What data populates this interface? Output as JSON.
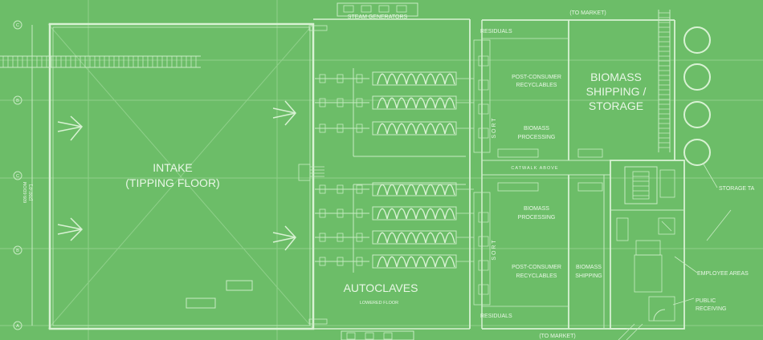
{
  "labels": {
    "steam_generators": "STEAM GENERATORS",
    "to_market_top": "(TO MARKET)",
    "to_market_bottom": "(TO MARKET)",
    "residuals_top": "RESIDUALS",
    "residuals_bottom": "RESIDUALS",
    "post_consumer_top_1": "POST-CONSUMER",
    "post_consumer_top_2": "RECYCLABLES",
    "post_consumer_bottom_1": "POST-CONSUMER",
    "post_consumer_bottom_2": "RECYCLABLES",
    "biomass_processing_top_1": "BIOMASS",
    "biomass_processing_top_2": "PROCESSING",
    "biomass_processing_bottom_1": "BIOMASS",
    "biomass_processing_bottom_2": "PROCESSING",
    "biomass_storage_1": "BIOMASS",
    "biomass_storage_2": "SHIPPING /",
    "biomass_storage_3": "STORAGE",
    "biomass_shipping_1": "BIOMASS",
    "biomass_shipping_2": "SHIPPING",
    "sort": "S O R T",
    "catwalk": "CATWALK ABOVE",
    "intake_1": "INTAKE",
    "intake_2": "(TIPPING FLOOR)",
    "autoclaves": "AUTOCLAVES",
    "lowered_floor": "LOWERED FLOOR",
    "storage_tanks": "STORAGE TA",
    "employee_areas": "EMPLOYEE AREAS",
    "public_1": "PUBLIC",
    "public_2": "RECEIVING",
    "dimension_1": "609.6DOM",
    "dimension_2": "[200'-0\"]",
    "grid_markers": [
      "C",
      "B",
      "C",
      "B",
      "A"
    ]
  },
  "colors": {
    "background": "#6cbd68",
    "linework": "#c9ebc4",
    "text": "#e9f7e6"
  }
}
